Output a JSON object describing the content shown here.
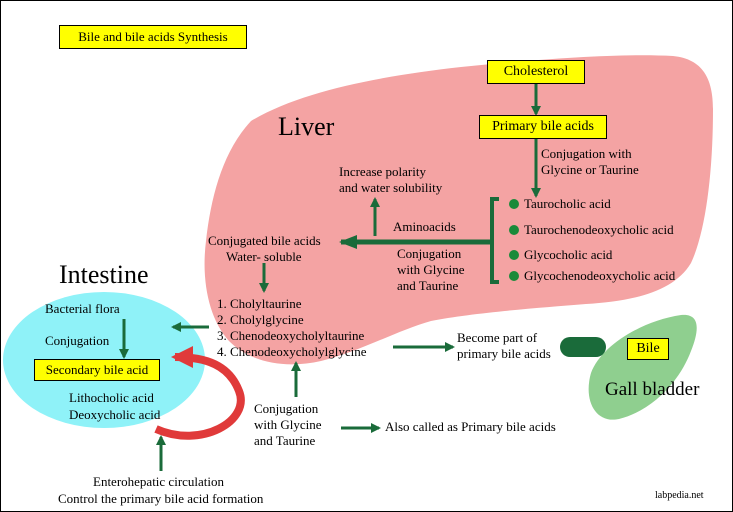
{
  "title": "Bile and bile acids Synthesis",
  "organs": {
    "liver": "Liver",
    "intestine": "Intestine",
    "gall_bladder": "Gall bladder"
  },
  "liver": {
    "cholesterol": "Cholesterol",
    "primary_bile_acids": "Primary bile acids",
    "conjugation_line1": "Conjugation with",
    "conjugation_line2": "Glycine  or Taurine",
    "conjugated_acids": [
      "Taurocholic acid",
      "Taurochenodeoxycholic acid",
      "Glycocholic acid",
      "Glycochenodeoxycholic acid"
    ],
    "increase_line1": "Increase polarity",
    "increase_line2": "and water solubility",
    "aminoacids": "Aminoacids",
    "conj_gt_line1": "Conjugation",
    "conj_gt_line2": "with Glycine",
    "conj_gt_line3": "and Taurine",
    "conjugated_bile_acids_line1": "Conjugated bile acids",
    "conjugated_bile_acids_line2": "Water- soluble",
    "numbered_list": [
      "1. Cholyltaurine",
      "2. Cholylglycine",
      "3. Chenodeoxycholyltaurine",
      "4. Chenodeoxycholylglycine"
    ]
  },
  "intestine": {
    "bacterial_flora": "Bacterial flora",
    "conjugation": "Conjugation",
    "secondary_bile_acid": "Secondary bile acid",
    "lithocholic": "Lithocholic acid",
    "deoxycholic": "Deoxycholic acid"
  },
  "become_line1": "Become part of",
  "become_line2": "primary bile acids",
  "bile": "Bile",
  "bottom_conj_line1": "Conjugation",
  "bottom_conj_line2": "with Glycine",
  "bottom_conj_line3": "and Taurine",
  "also_called": "Also called as Primary bile acids",
  "enterohepatic_line1": "Enterohepatic circulation",
  "enterohepatic_line2": "Control the primary bile acid formation",
  "credit": "labpedia.net",
  "colors": {
    "liver": "#f4a3a3",
    "intestine": "#8ff2f8",
    "gall_bladder": "#8fcf8f",
    "arrow": "#1a6b3a",
    "circulation": "#e03a3a",
    "label_box": "#ffff00"
  }
}
